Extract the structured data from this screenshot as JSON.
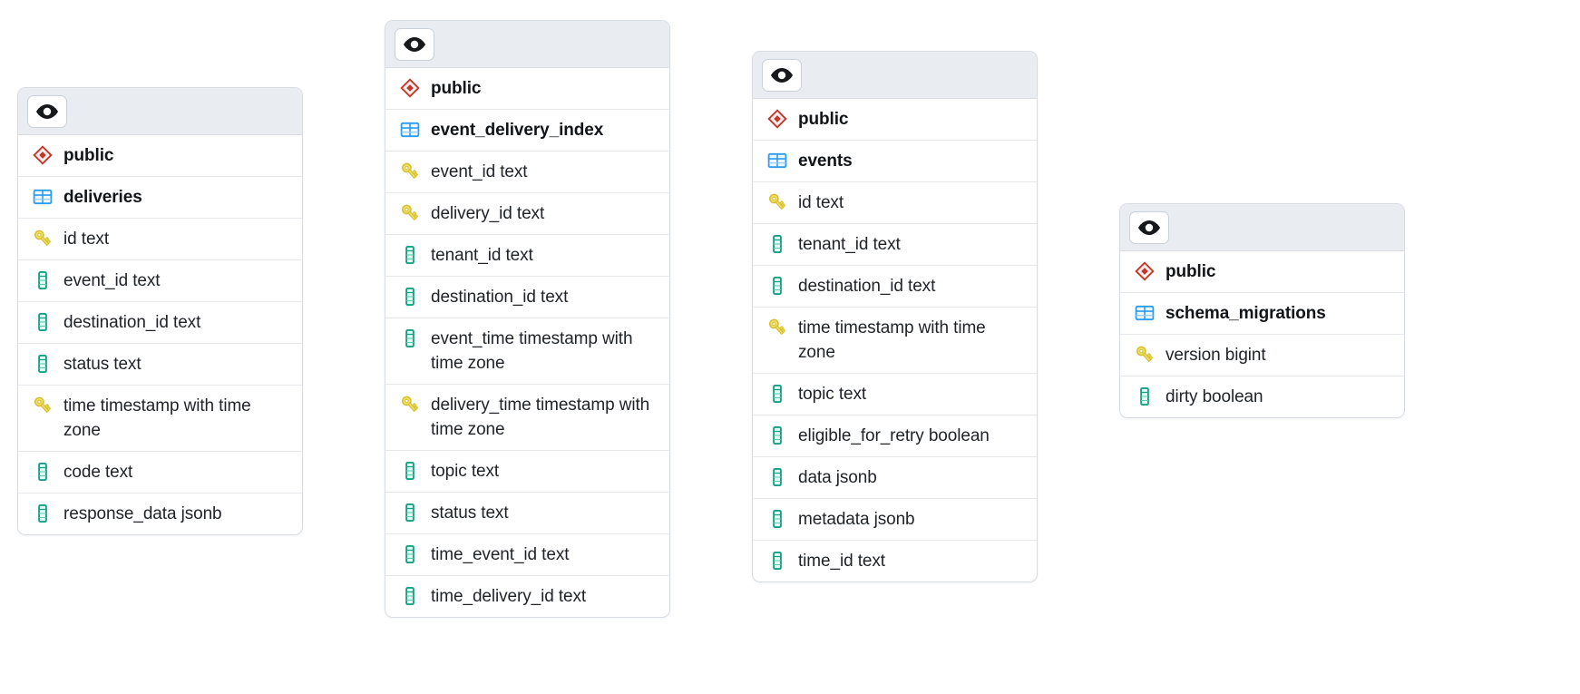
{
  "diagram": {
    "title": "Database schema diagram",
    "background_color": "#ffffff",
    "card_header_color": "#e9edf2",
    "card_border_color": "#d8dde4",
    "schema_icon_color": "#c0392b",
    "table_icon_color": "#2d9cf0",
    "key_icon_color": "#e8d44d",
    "column_icon_color": "#16a085"
  },
  "tables": [
    {
      "id": "deliveries",
      "header": {
        "eye_icon": "eye-icon",
        "eye_label": ""
      },
      "schema": {
        "icon": "schema-diamond-icon",
        "label": "public"
      },
      "name": {
        "icon": "table-grid-icon",
        "label": "deliveries"
      },
      "columns": [
        {
          "icon": "key-icon",
          "label": "id text"
        },
        {
          "icon": "column-icon",
          "label": "event_id text"
        },
        {
          "icon": "column-icon",
          "label": "destination_id text"
        },
        {
          "icon": "column-icon",
          "label": "status text"
        },
        {
          "icon": "key-icon",
          "label": "time timestamp with time zone"
        },
        {
          "icon": "column-icon",
          "label": "code text"
        },
        {
          "icon": "column-icon",
          "label": "response_data jsonb"
        }
      ]
    },
    {
      "id": "event_delivery_index",
      "header": {
        "eye_icon": "eye-icon",
        "eye_label": ""
      },
      "schema": {
        "icon": "schema-diamond-icon",
        "label": "public"
      },
      "name": {
        "icon": "table-grid-icon",
        "label": "event_delivery_index"
      },
      "columns": [
        {
          "icon": "key-icon",
          "label": "event_id text"
        },
        {
          "icon": "key-icon",
          "label": "delivery_id text"
        },
        {
          "icon": "column-icon",
          "label": "tenant_id text"
        },
        {
          "icon": "column-icon",
          "label": "destination_id text"
        },
        {
          "icon": "column-icon",
          "label": "event_time timestamp with time zone"
        },
        {
          "icon": "key-icon",
          "label": "delivery_time timestamp with time zone"
        },
        {
          "icon": "column-icon",
          "label": "topic text"
        },
        {
          "icon": "column-icon",
          "label": "status text"
        },
        {
          "icon": "column-icon",
          "label": "time_event_id text"
        },
        {
          "icon": "column-icon",
          "label": "time_delivery_id text"
        }
      ]
    },
    {
      "id": "events",
      "header": {
        "eye_icon": "eye-icon",
        "eye_label": ""
      },
      "schema": {
        "icon": "schema-diamond-icon",
        "label": "public"
      },
      "name": {
        "icon": "table-grid-icon",
        "label": "events"
      },
      "columns": [
        {
          "icon": "key-icon",
          "label": "id text"
        },
        {
          "icon": "column-icon",
          "label": "tenant_id text"
        },
        {
          "icon": "column-icon",
          "label": "destination_id text"
        },
        {
          "icon": "key-icon",
          "label": "time timestamp with time zone"
        },
        {
          "icon": "column-icon",
          "label": "topic text"
        },
        {
          "icon": "column-icon",
          "label": "eligible_for_retry boolean"
        },
        {
          "icon": "column-icon",
          "label": "data jsonb"
        },
        {
          "icon": "column-icon",
          "label": "metadata jsonb"
        },
        {
          "icon": "column-icon",
          "label": "time_id text"
        }
      ]
    },
    {
      "id": "schema_migrations",
      "header": {
        "eye_icon": "eye-icon",
        "eye_label": ""
      },
      "schema": {
        "icon": "schema-diamond-icon",
        "label": "public"
      },
      "name": {
        "icon": "table-grid-icon",
        "label": "schema_migrations"
      },
      "columns": [
        {
          "icon": "key-icon",
          "label": "version bigint"
        },
        {
          "icon": "column-icon",
          "label": "dirty boolean"
        }
      ]
    }
  ]
}
